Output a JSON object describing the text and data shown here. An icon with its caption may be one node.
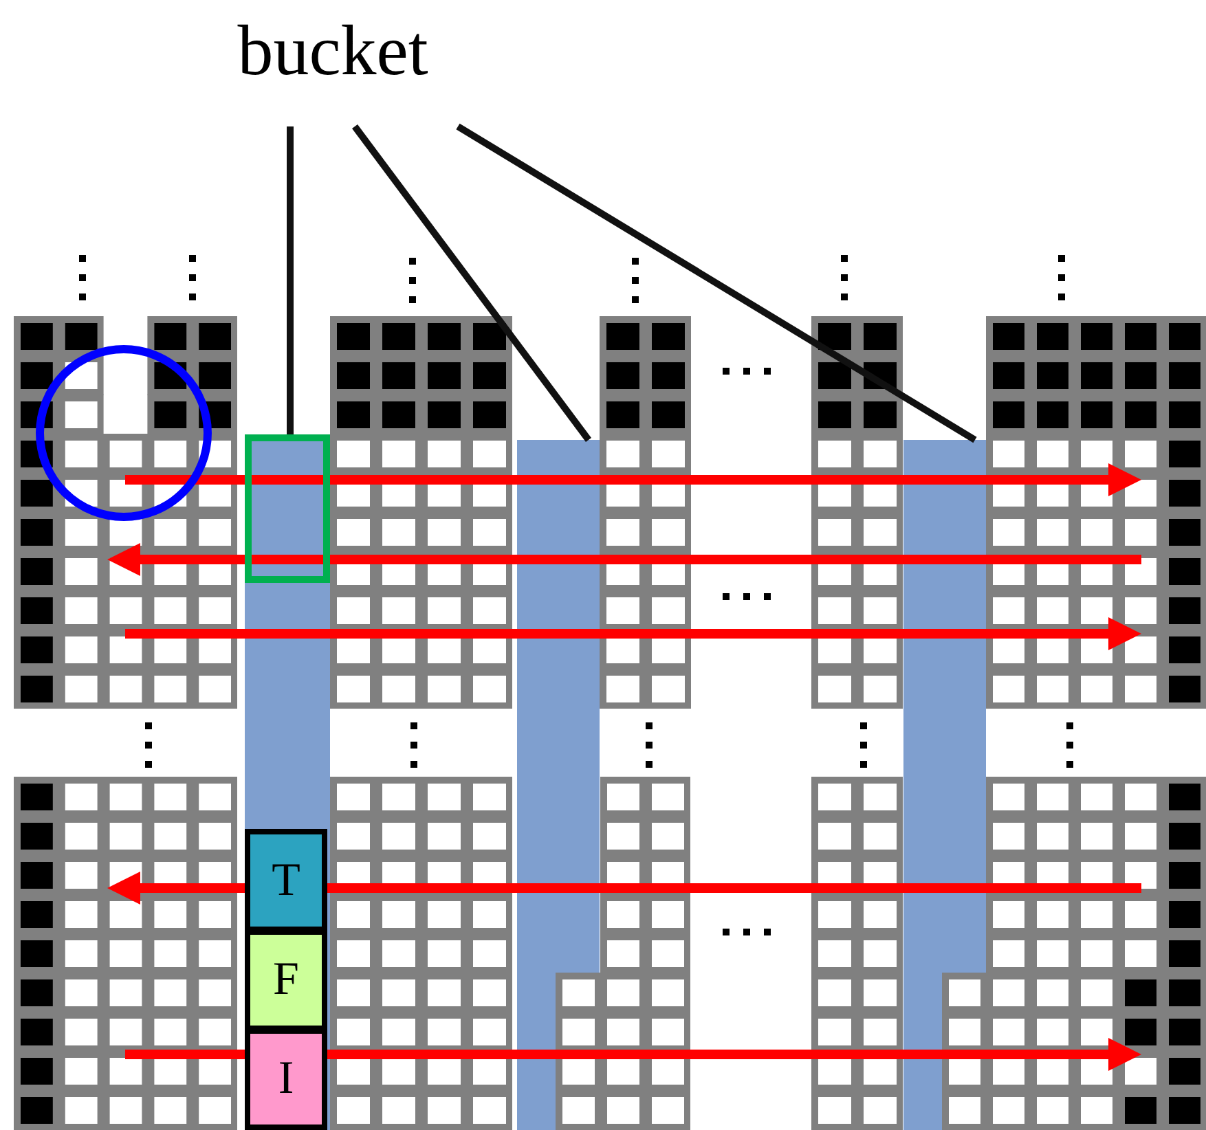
{
  "diagram": {
    "nodes": [
      {
        "text": [
          "bucket"
        ]
      },
      {
        "text": [],
        "shape": "bar"
      },
      {
        "text": [],
        "shape": "box",
        "in": 1
      },
      {
        "text": [],
        "shape": "bar"
      },
      {
        "text": [],
        "shape": "bar"
      },
      {
        "text": [
          "T"
        ],
        "in": 1
      },
      {
        "text": [
          "F"
        ],
        "in": 1
      },
      {
        "text": [
          "I"
        ],
        "in": 1
      }
    ],
    "edges": [
      {
        "from": 0,
        "to": 2,
        "arrow": "none"
      },
      {
        "from": 0,
        "to": 3,
        "arrow": "none"
      },
      {
        "from": 0,
        "to": 4,
        "arrow": "none"
      }
    ]
  }
}
